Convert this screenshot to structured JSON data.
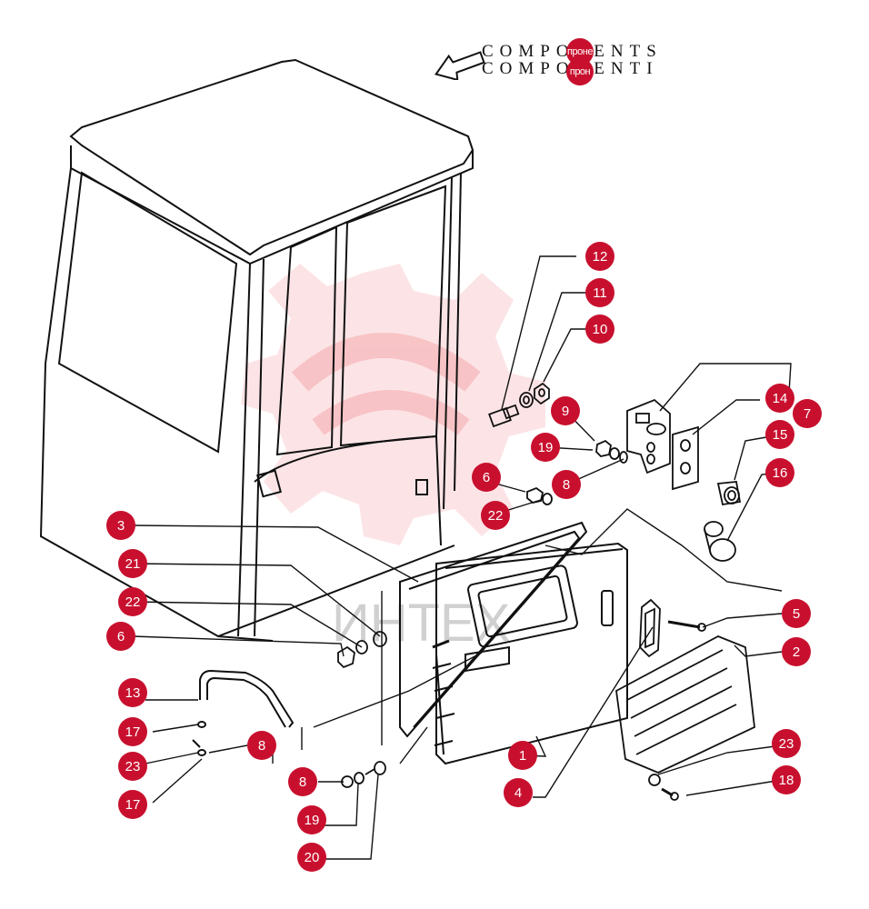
{
  "header": {
    "title_line1": "COMPONENTS",
    "title_line2": "COMPONENTI",
    "badge1": "проне",
    "badge2": "прон"
  },
  "watermark": {
    "text": "ИНТЕХ",
    "color": "#e8323a"
  },
  "accent_color": "#c8102e",
  "callouts": [
    "12",
    "11",
    "10",
    "9",
    "19",
    "8",
    "6",
    "22",
    "14",
    "7",
    "15",
    "16",
    "3",
    "21",
    "22",
    "6",
    "5",
    "2",
    "13",
    "17",
    "23",
    "8",
    "17",
    "1",
    "4",
    "23",
    "18",
    "8",
    "19",
    "20"
  ],
  "icons": [
    "arrow-icon",
    "cab-drawing",
    "door-panel-drawing",
    "handle-drawing",
    "vent-grille-drawing",
    "lock-drawing",
    "watermark-gear-icon"
  ]
}
